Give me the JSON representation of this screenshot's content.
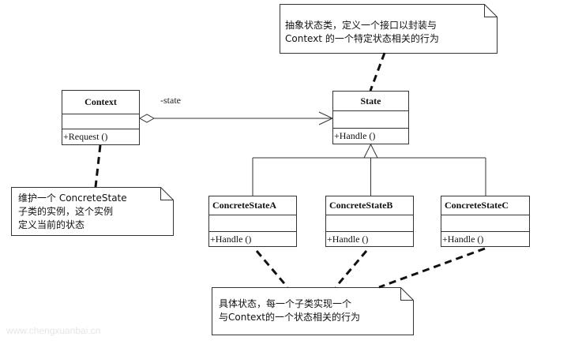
{
  "diagram": {
    "title": "State pattern UML class diagram",
    "classes": {
      "context": {
        "name": "Context",
        "operation": "+Request ()"
      },
      "state": {
        "name": "State",
        "operation": "+Handle ()"
      },
      "concrete_a": {
        "name": "ConcreteStateA",
        "operation": "+Handle ()"
      },
      "concrete_b": {
        "name": "ConcreteStateB",
        "operation": "+Handle ()"
      },
      "concrete_c": {
        "name": "ConcreteStateC",
        "operation": "+Handle ()"
      }
    },
    "association": {
      "role_label": "-state"
    },
    "notes": {
      "state_note": {
        "line1": "抽象状态类，定义一个接口以封装与",
        "line2": "Context 的一个特定状态相关的行为"
      },
      "context_note": {
        "line1": "维护一个 ConcreteState",
        "line2": "子类的实例，这个实例",
        "line3": "定义当前的状态"
      },
      "concrete_note": {
        "line1": "具体状态，每一个子类实现一个",
        "line2": "与Context的一个状态相关的行为"
      }
    },
    "watermark": "www.chengxuanbai.cn"
  }
}
